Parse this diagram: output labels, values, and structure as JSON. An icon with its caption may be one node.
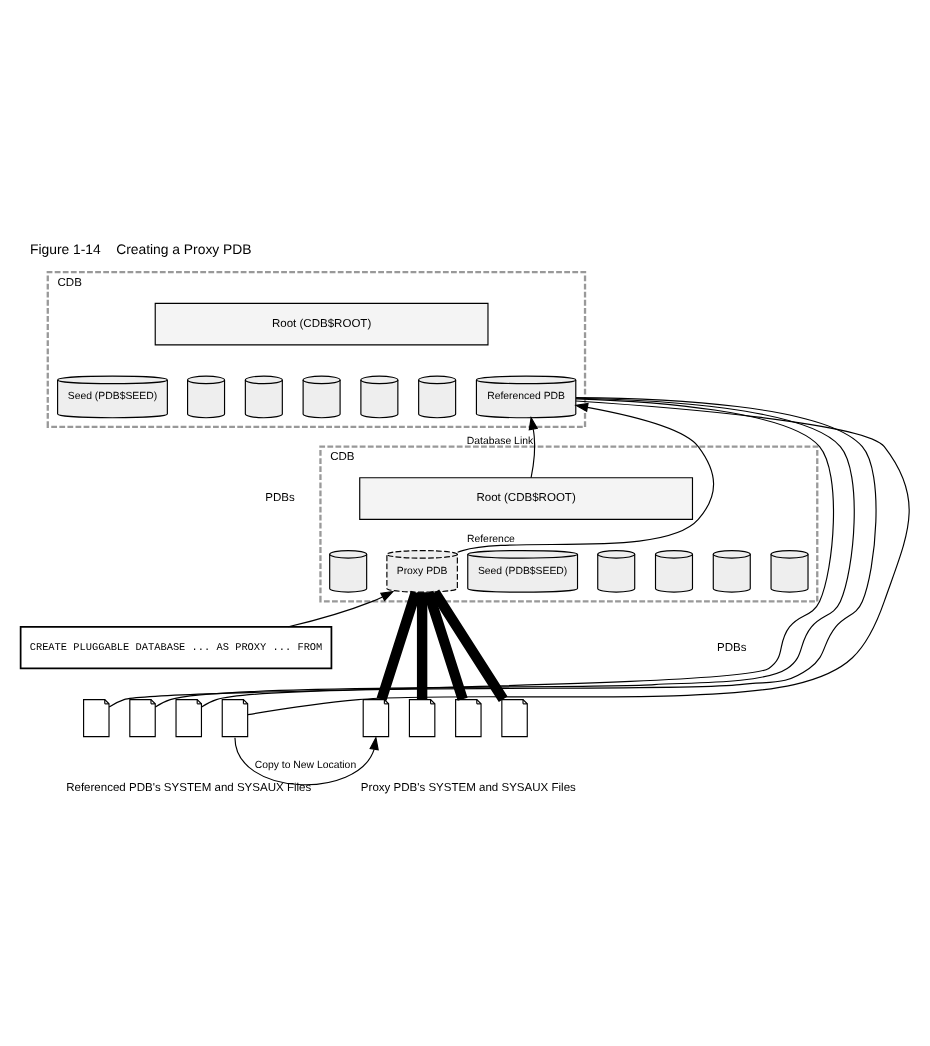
{
  "diagram": {
    "title": "Figure 1-14    Creating a Proxy PDB",
    "nodes": [
      {
        "text": [
          "CDB"
        ]
      },
      {
        "text": [
          "Root (CDB$ROOT)"
        ],
        "in": 0
      },
      {
        "text": [
          "Seed (PDB$SEED)"
        ],
        "in": 0
      },
      {
        "text": [],
        "shape": "cylinder",
        "in": 0
      },
      {
        "text": [],
        "shape": "cylinder",
        "in": 0
      },
      {
        "text": [],
        "shape": "cylinder",
        "in": 0
      },
      {
        "text": [],
        "shape": "cylinder",
        "in": 0
      },
      {
        "text": [],
        "shape": "cylinder",
        "in": 0
      },
      {
        "text": [
          "Referenced PDB"
        ],
        "in": 0
      },
      {
        "text": [
          "CDB"
        ]
      },
      {
        "text": [
          "Root (CDB$ROOT)"
        ],
        "in": 9
      },
      {
        "text": [
          "Seed (PDB$SEED)"
        ],
        "in": 9
      },
      {
        "text": [],
        "shape": "cylinder",
        "in": 9
      },
      {
        "text": [],
        "shape": "cylinder",
        "in": 9
      },
      {
        "text": [],
        "shape": "cylinder",
        "in": 9
      },
      {
        "text": [],
        "shape": "cylinder",
        "in": 9
      },
      {
        "text": [],
        "shape": "cylinder",
        "in": 9
      },
      {
        "text": [
          "Proxy PDB"
        ],
        "in": 9
      },
      {
        "text": [
          "CREATE PLUGGABLE DATABASE ... AS PROXY ... FROM"
        ]
      },
      {
        "text": [],
        "shape": "document"
      },
      {
        "text": [],
        "shape": "document"
      },
      {
        "text": [],
        "shape": "document"
      },
      {
        "text": [],
        "shape": "document"
      },
      {
        "text": [],
        "shape": "document"
      },
      {
        "text": [],
        "shape": "document"
      },
      {
        "text": [],
        "shape": "document"
      },
      {
        "text": [],
        "shape": "document"
      }
    ],
    "edges": [
      {
        "from": 17,
        "to": 8,
        "arrow": "to",
        "label": "Reference"
      },
      {
        "from": 10,
        "to": 8,
        "arrow": "to",
        "label": "Database Link"
      },
      {
        "from": 18,
        "to": 17,
        "arrow": "to"
      },
      {
        "from": 8,
        "to": 19,
        "arrow": "none"
      },
      {
        "from": 8,
        "to": 20,
        "arrow": "none"
      },
      {
        "from": 8,
        "to": 21,
        "arrow": "none"
      },
      {
        "from": 8,
        "to": 22,
        "arrow": "none"
      },
      {
        "from": 17,
        "to": 23,
        "arrow": "none",
        "style": "thick"
      },
      {
        "from": 17,
        "to": 24,
        "arrow": "none",
        "style": "thick"
      },
      {
        "from": 17,
        "to": 25,
        "arrow": "none",
        "style": "thick"
      },
      {
        "from": 17,
        "to": 26,
        "arrow": "none",
        "style": "thick"
      },
      {
        "from": 22,
        "to": 23,
        "arrow": "to",
        "label": "Copy to New Location"
      }
    ],
    "labels": [
      "PDBs",
      "PDBs",
      "Referenced PDB's SYSTEM and SYSAUX Files",
      "Proxy PDB's SYSTEM and SYSAUX Files"
    ]
  }
}
